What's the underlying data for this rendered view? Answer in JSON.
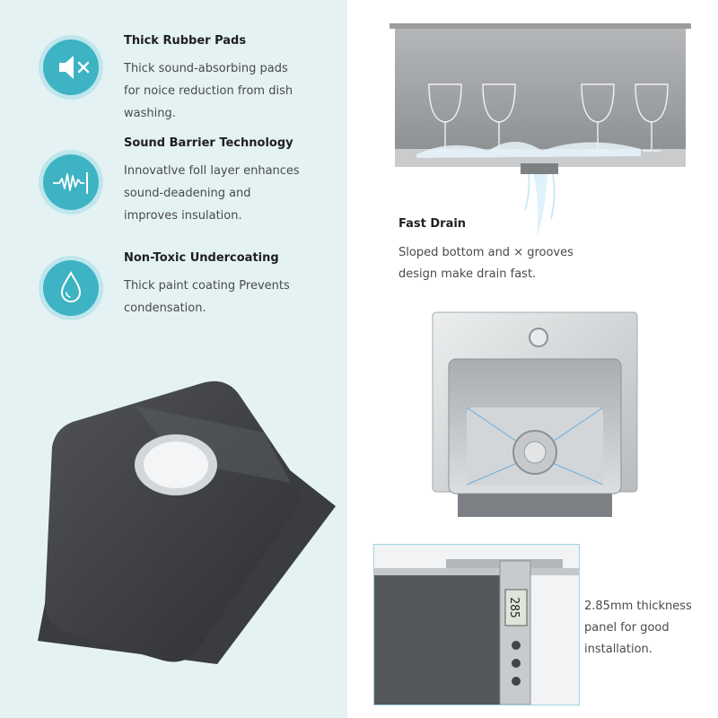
{
  "features": [
    {
      "title": "Thick Rubber Pads",
      "desc": "Thick sound-absorbing pads for noice reduction from dish washing.",
      "icon": "speaker-mute-icon"
    },
    {
      "title": "Sound Barrier Technology",
      "desc": "Innovatlve foll layer enhances sound-deadening and improves insulation.",
      "icon": "waveform-icon"
    },
    {
      "title": "Non-Toxic Undercoating",
      "desc": "Thick paint coating Prevents condensation.",
      "icon": "water-drop-icon"
    }
  ],
  "drain": {
    "title": "Fast Drain",
    "desc": "Sloped bottom and × grooves design make drain fast."
  },
  "thickness": {
    "desc": "2.85mm thickness panel for good installation.",
    "caliper_reading": "285"
  },
  "colors": {
    "panel_bg": "#e4f2f4",
    "icon_teal": "#3db3c3",
    "icon_teal_light": "#8fd6df",
    "steel": "#b9bcbf",
    "dark_coating": "#3e3f42"
  }
}
